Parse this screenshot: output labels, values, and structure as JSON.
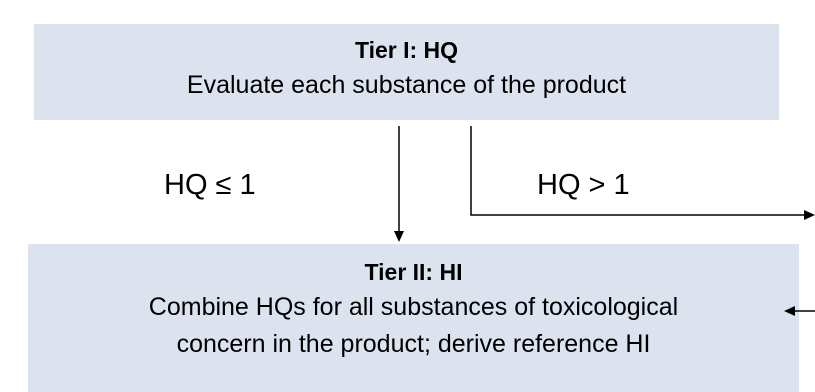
{
  "tier1": {
    "title": "Tier I: HQ",
    "text": "Evaluate each substance of the product"
  },
  "tier2": {
    "title": "Tier II: HI",
    "line1": "Combine HQs for all substances of toxicological",
    "line2": "concern in the product; derive reference HI"
  },
  "conditions": {
    "left": "HQ ≤ 1",
    "right": "HQ > 1"
  },
  "colors": {
    "box_fill": "#dde3ee",
    "line": "#000000"
  }
}
